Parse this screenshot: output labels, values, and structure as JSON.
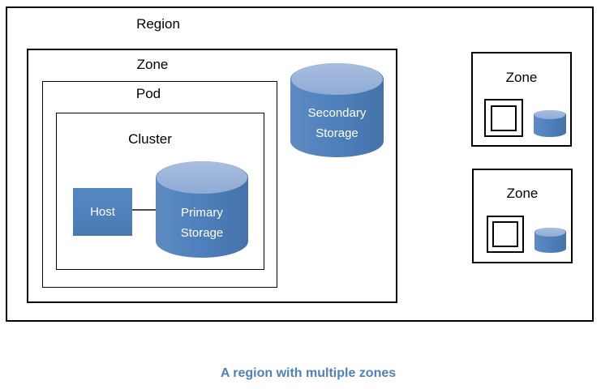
{
  "diagram": {
    "region_label": "Region",
    "zone_label": "Zone",
    "pod_label": "Pod",
    "cluster_label": "Cluster",
    "host_label": "Host",
    "primary_storage_label": "Primary Storage",
    "secondary_storage_label": "Secondary Storage",
    "right_zones": [
      {
        "label": "Zone"
      },
      {
        "label": "Zone"
      }
    ]
  },
  "caption": {
    "text": "A region with multiple zones"
  },
  "colors": {
    "page-bg": "#ffffff",
    "border": "#000000",
    "label": "#000000",
    "shape-blue": "#4f81bd",
    "cylinder-top-light": "#a8bedf",
    "connector": "#4d4d4d",
    "caption": "#4f81bd"
  }
}
